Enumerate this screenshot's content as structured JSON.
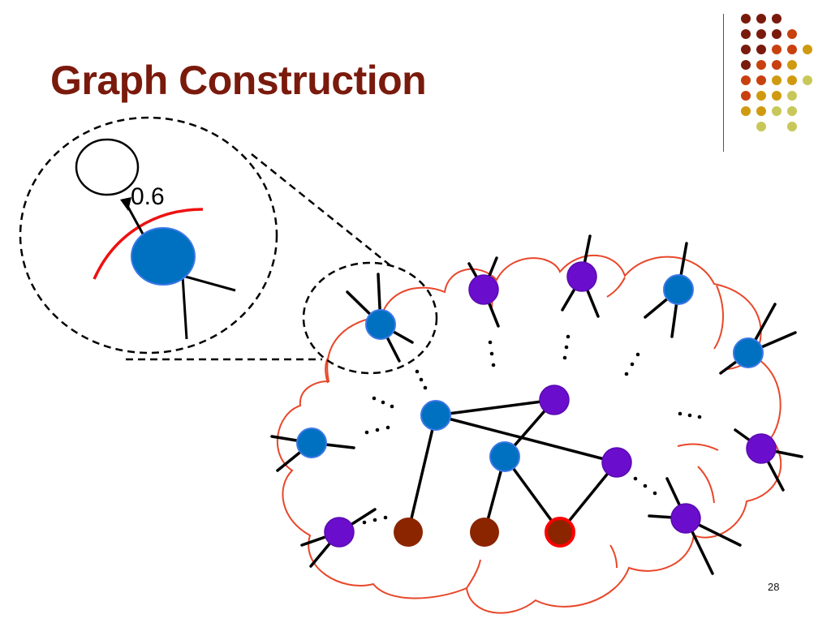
{
  "slide": {
    "title": "Graph Construction",
    "page_number": "28",
    "edge_weight_label": "0.6"
  },
  "colors": {
    "title": "#7a1a0c",
    "cloud_outline": "#e8472a",
    "blue_node": "#0070c0",
    "purple_node": "#6a0dcc",
    "brown_node": "#8b2500",
    "highlight_ring": "#ff0000",
    "dot_palette": [
      "#7a1a0c",
      "#c9400f",
      "#d09a10",
      "#c8c85a"
    ]
  }
}
